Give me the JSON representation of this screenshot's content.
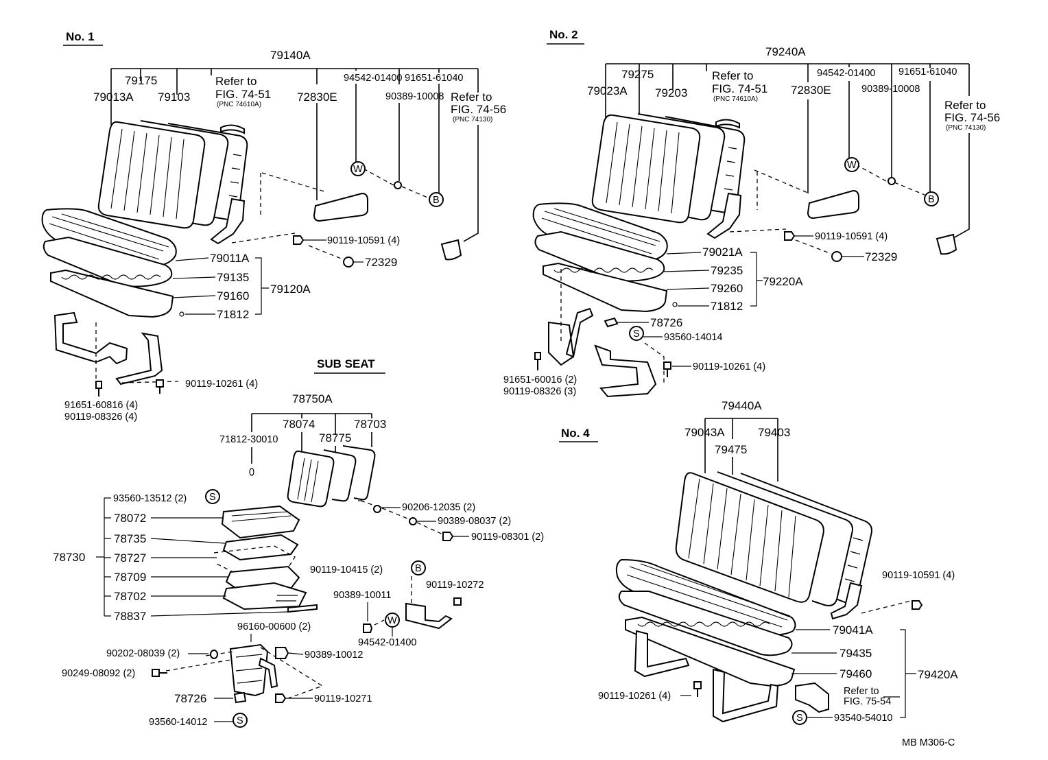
{
  "sections": {
    "no1": "No. 1",
    "no2": "No. 2",
    "no4": "No. 4",
    "sub": "SUB SEAT"
  },
  "no1": {
    "assy": "79140A",
    "p79175": "79175",
    "p79013A": "79013A",
    "p79103": "79103",
    "refer1_a": "Refer to",
    "refer1_b": "FIG. 74-51",
    "refer1_c": "(PNC 74610A)",
    "p72830E": "72830E",
    "p94542": "94542-01400",
    "p90389": "90389-10008",
    "p91651": "91651-61040",
    "refer2_a": "Refer to",
    "refer2_b": "FIG. 74-56",
    "refer2_c": "(PNC 74130)",
    "p90119_10591": "90119-10591 (4)",
    "p72329": "72329",
    "p79011A": "79011A",
    "p79135": "79135",
    "p79160": "79160",
    "p71812": "71812",
    "p79120A": "79120A",
    "p90119_10261": "90119-10261 (4)",
    "p91651_60816": "91651-60816 (4)",
    "p90119_08326": "90119-08326 (4)"
  },
  "no2": {
    "assy": "79240A",
    "p79275": "79275",
    "p79023A": "79023A",
    "p79203": "79203",
    "refer1_a": "Refer to",
    "refer1_b": "FIG. 74-51",
    "refer1_c": "(PNC 74610A)",
    "p72830E": "72830E",
    "p94542": "94542-01400",
    "p90389": "90389-10008",
    "p91651": "91651-61040",
    "refer2_a": "Refer to",
    "refer2_b": "FIG. 74-56",
    "refer2_c": "(PNC 74130)",
    "p90119_10591": "90119-10591 (4)",
    "p72329": "72329",
    "p79021A": "79021A",
    "p79235": "79235",
    "p79260": "79260",
    "p71812": "71812",
    "p79220A": "79220A",
    "p78726": "78726",
    "p93560": "93560-14014",
    "p90119_10261": "90119-10261 (4)",
    "p91651_60016": "91651-60016 (2)",
    "p90119_08326": "90119-08326 (3)"
  },
  "sub": {
    "assy": "78750A",
    "p78074": "78074",
    "p78703": "78703",
    "p78775": "78775",
    "p71812": "71812-30010",
    "p93560_13512": "93560-13512 (2)",
    "p78072": "78072",
    "p78735": "78735",
    "p78730": "78730",
    "p78727": "78727",
    "p78709": "78709",
    "p78702": "78702",
    "p78837": "78837",
    "p90206": "90206-12035 (2)",
    "p90389_08037": "90389-08037 (2)",
    "p90119_08301": "90119-08301 (2)",
    "p90119_10415": "90119-10415 (2)",
    "p90119_10272": "90119-10272",
    "p90389_10011": "90389-10011",
    "p94542": "94542-01400",
    "p96160": "96160-00600 (2)",
    "p90202": "90202-08039 (2)",
    "p90389_10012": "90389-10012",
    "p90249": "90249-08092 (2)",
    "p78726": "78726",
    "p90119_10271": "90119-10271",
    "p93560_14012": "93560-14012"
  },
  "no4": {
    "assy": "79440A",
    "p79043A": "79043A",
    "p79403": "79403",
    "p79475": "79475",
    "p90119_10591": "90119-10591 (4)",
    "p79041A": "79041A",
    "p79435": "79435",
    "p79460": "79460",
    "p79420A": "79420A",
    "refer_a": "Refer to",
    "refer_b": "FIG. 75-54",
    "p93540": "93540-54010",
    "p90119_10261": "90119-10261 (4)"
  },
  "symbols": {
    "w": "W",
    "b": "B",
    "s": "S"
  },
  "footer": "MB  M306-C"
}
